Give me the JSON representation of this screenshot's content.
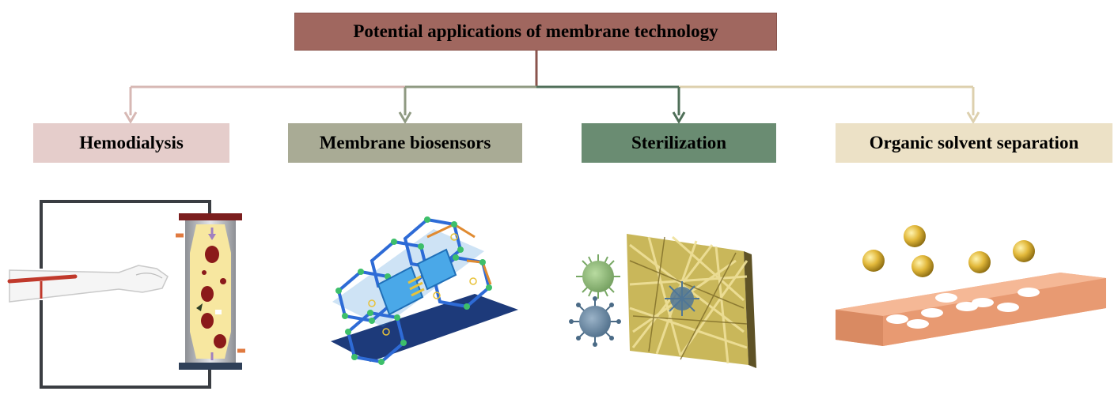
{
  "title": "Potential applications of membrane technology",
  "branches": [
    {
      "label": "Hemodialysis",
      "color": "#e5cdcb",
      "line_color": "#d7b8b4",
      "illustration": "hemodialysis-icon"
    },
    {
      "label": "Membrane biosensors",
      "color": "#a9ab95",
      "line_color": "#8f9a82",
      "illustration": "biosensor-icon"
    },
    {
      "label": "Sterilization",
      "color": "#6a8c72",
      "line_color": "#4f6f58",
      "illustration": "sterilization-icon"
    },
    {
      "label": "Organic solvent separation",
      "color": "#ece1c6",
      "line_color": "#ddd0ae",
      "illustration": "solvent-separation-icon"
    }
  ],
  "title_color": "#a0675f"
}
